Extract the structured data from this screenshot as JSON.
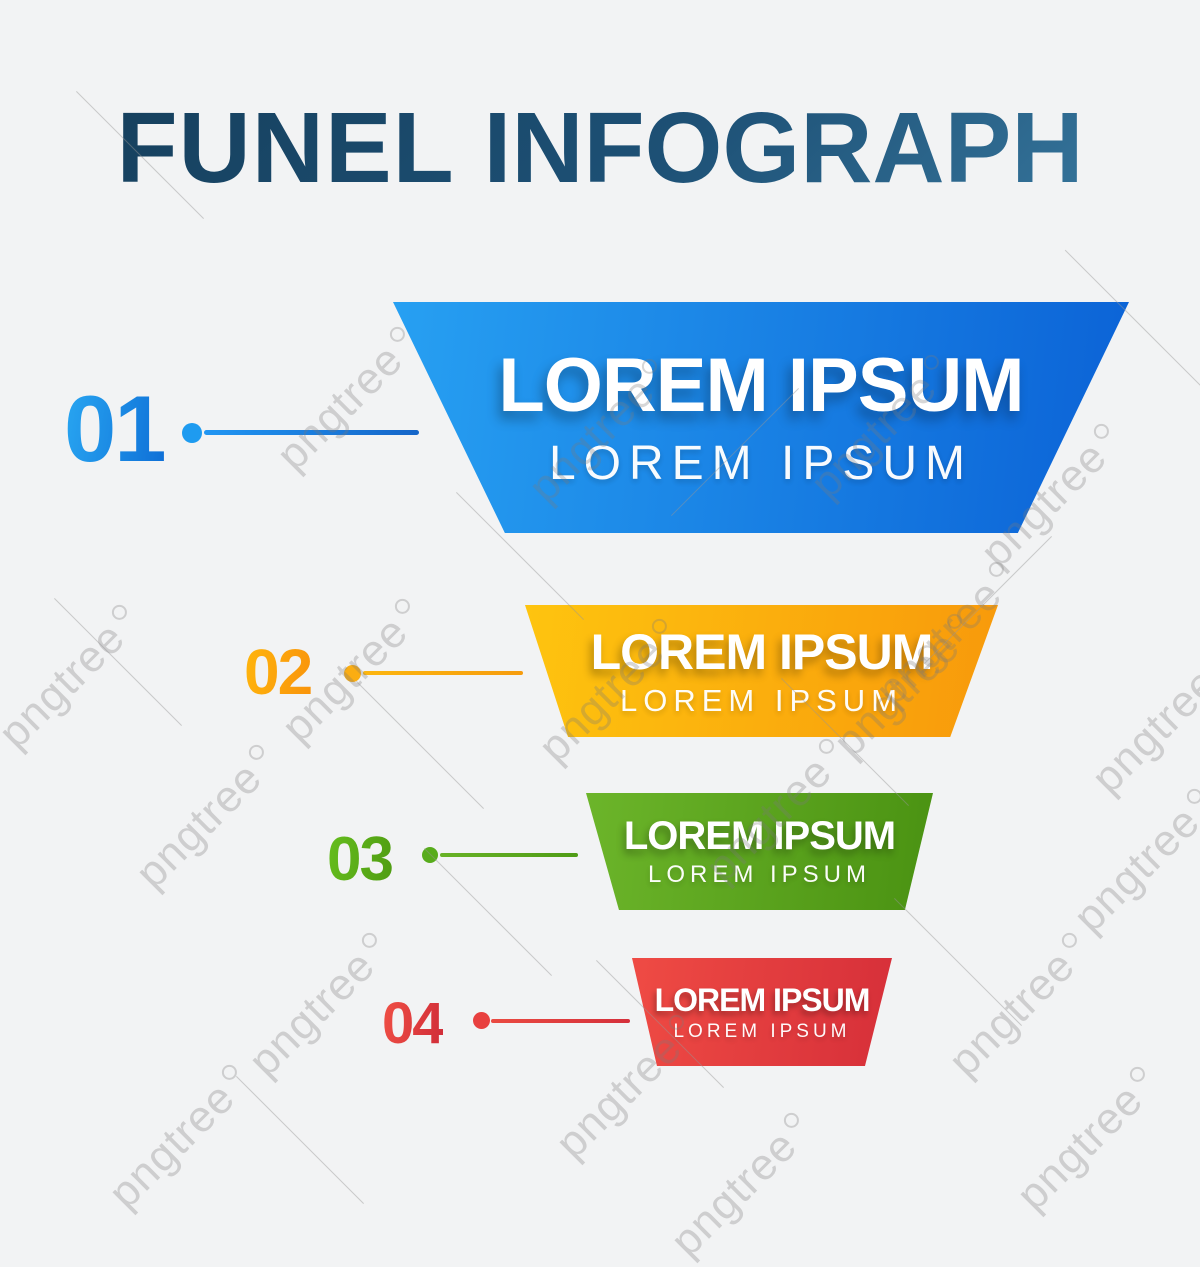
{
  "page": {
    "background": "#f2f3f4"
  },
  "title": {
    "word1": "FUNEL",
    "word2": "INFOGRAPH",
    "color_start": "#153d59",
    "color_end": "#3a7ba2"
  },
  "watermark": {
    "text": "pngtree"
  },
  "funnel": {
    "levels": [
      {
        "number": "01",
        "heading": "LOREM IPSUM",
        "subheading": "LOREM IPSUM",
        "shape_color_start": "#27a0f2",
        "shape_color_end": "#0b62d6",
        "number_color_start": "#29a7f2",
        "number_color_end": "#0e6ed6",
        "dot_color": "#1e9bf0",
        "line_color_start": "#2196f3",
        "line_color_end": "#1565c8"
      },
      {
        "number": "02",
        "heading": "LOREM IPSUM",
        "subheading": "LOREM IPSUM",
        "shape_color_start": "#fec40f",
        "shape_color_end": "#f8990b",
        "number_color_start": "#ffb60d",
        "number_color_end": "#f9930b",
        "dot_color": "#fbad12",
        "line_color_start": "#fcb60f",
        "line_color_end": "#f69c0e"
      },
      {
        "number": "03",
        "heading": "LOREM IPSUM",
        "subheading": "LOREM IPSUM",
        "shape_color_start": "#6cb52a",
        "shape_color_end": "#4a9212",
        "number_color_start": "#66be1e",
        "number_color_end": "#4f9c12",
        "dot_color": "#58ac1c",
        "line_color_start": "#68b226",
        "line_color_end": "#4f9c15"
      },
      {
        "number": "04",
        "heading": "LOREM IPSUM",
        "subheading": "LOREM IPSUM",
        "shape_color_start": "#ef4b44",
        "shape_color_end": "#d62f39",
        "number_color_start": "#f05045",
        "number_color_end": "#d02c38",
        "dot_color": "#e8403f",
        "line_color_start": "#ea4a41",
        "line_color_end": "#d5303b"
      }
    ]
  }
}
